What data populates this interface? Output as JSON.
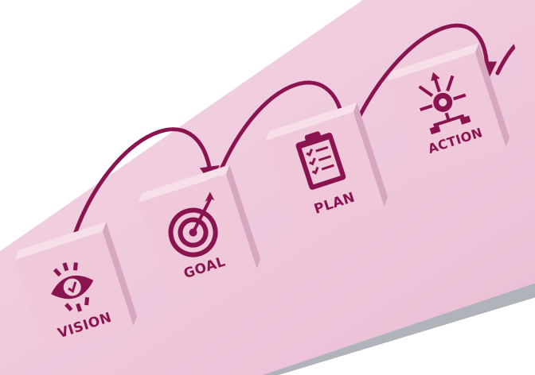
{
  "scene": {
    "description_colors": {
      "background": "#ffffff",
      "surface": "#f0cfe0",
      "block_front": "#efc8da",
      "block_top": "#f7dfea",
      "block_side": "#d7a6bf",
      "ink": "#8a1450"
    }
  },
  "blocks": [
    {
      "id": "vision",
      "label": "VISION",
      "icon": "eye-icon"
    },
    {
      "id": "goal",
      "label": "GOAL",
      "icon": "target-icon"
    },
    {
      "id": "plan",
      "label": "PLAN",
      "icon": "clipboard-checklist-icon"
    },
    {
      "id": "action",
      "label": "ACTION",
      "icon": "gear-arrows-icon"
    }
  ],
  "arrows": [
    "vision-to-goal",
    "goal-to-plan",
    "plan-to-action",
    "action-to-next"
  ]
}
